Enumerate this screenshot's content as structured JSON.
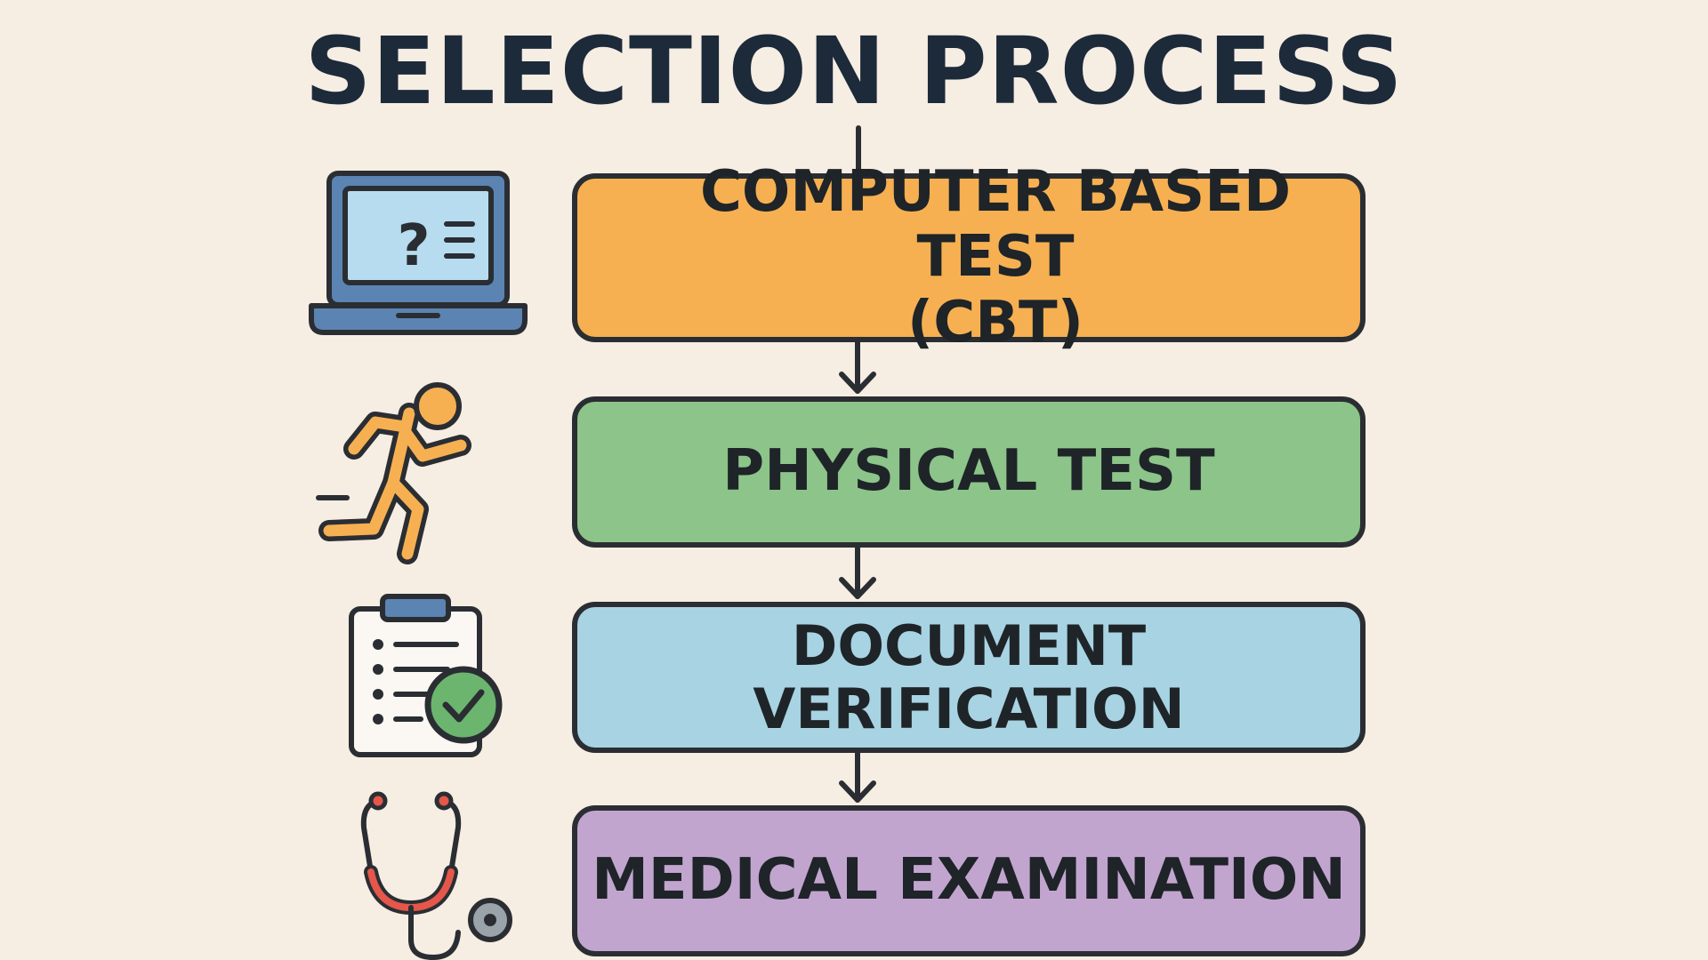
{
  "title": "SELECTION PROCESS",
  "steps": [
    {
      "label": "COMPUTER BASED TEST\n(CBT)",
      "color": "#f6b052",
      "icon": "laptop-question-icon"
    },
    {
      "label": "PHYSICAL TEST",
      "color": "#8cc48a",
      "icon": "running-person-icon"
    },
    {
      "label": "DOCUMENT VERIFICATION",
      "color": "#a8d3e2",
      "icon": "clipboard-check-icon"
    },
    {
      "label": "MEDICAL EXAMINATION",
      "color": "#c2a5cf",
      "icon": "stethoscope-icon"
    }
  ],
  "colors": {
    "background": "#f6ede3",
    "title": "#1c2a3a",
    "outline": "#2a2e33"
  }
}
